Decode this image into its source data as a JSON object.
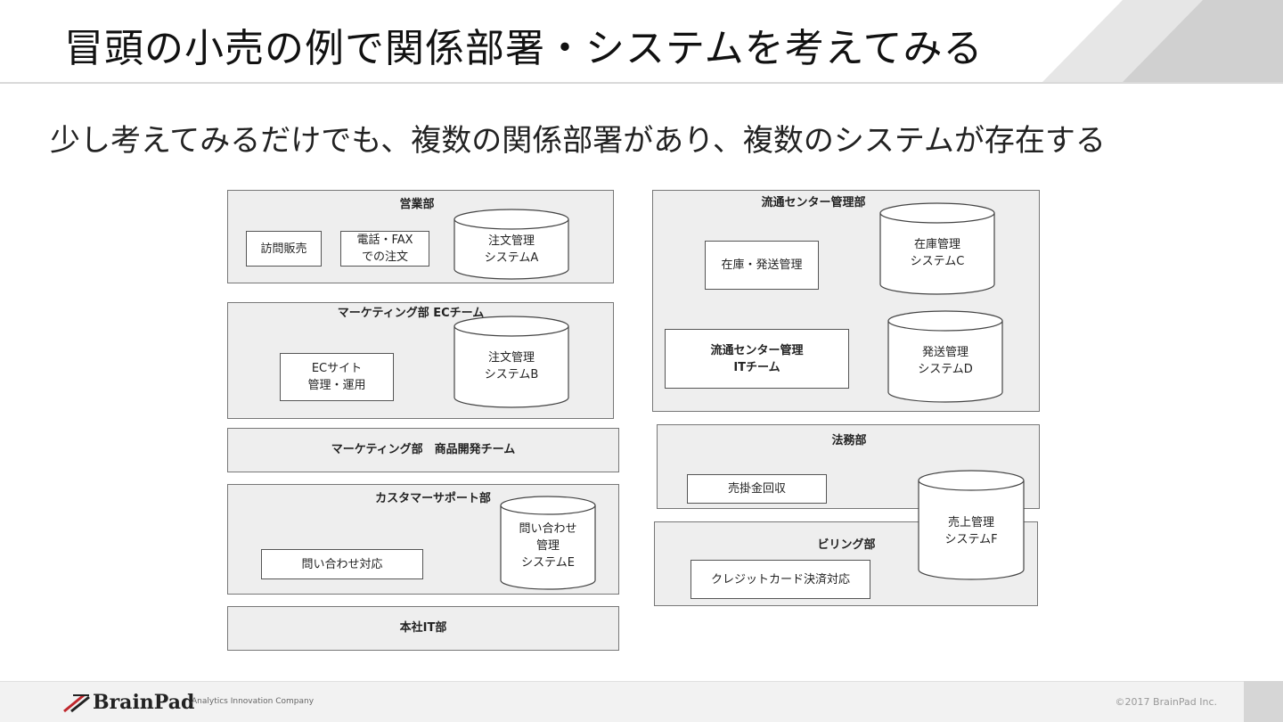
{
  "slide": {
    "title": "冒頭の小売の例で関係部署・システムを考えてみる",
    "subtitle": "少し考えてみるだけでも、複数の関係部署があり、複数のシステムが存在する"
  },
  "diagram": {
    "sales": {
      "name": "営業部",
      "visit_sales": "訪問販売",
      "phone_fax": "電話・FAX\nでの注文",
      "system_a": "注文管理\nシステムA"
    },
    "marketing_ec": {
      "name": "マーケティング部\nECチーム",
      "ec_site": "ECサイト\n管理・運用",
      "system_b": "注文管理\nシステムB"
    },
    "marketing_product": {
      "name": "マーケティング部　商品開発チーム"
    },
    "support": {
      "name": "カスタマーサポート部",
      "inquiry_handling": "問い合わせ対応",
      "system_e": "問い合わせ\n管理\nシステムE"
    },
    "it": {
      "name": "本社IT部"
    },
    "logistics": {
      "name": "流通センター管理部",
      "stock_shipping": "在庫・発送管理",
      "it_team": "流通センター管理\nITチーム",
      "system_c": "在庫管理\nシステムC",
      "system_d": "発送管理\nシステムD"
    },
    "legal": {
      "name": "法務部",
      "receivables": "売掛金回収"
    },
    "billing": {
      "name": "ビリング部",
      "credit_card": "クレジットカード決済対応",
      "system_f": "売上管理\nシステムF"
    }
  },
  "footer": {
    "brand": "BrainPad",
    "tagline": "Analytics Innovation Company",
    "copyright": "©2017 BrainPad Inc."
  },
  "colors": {
    "dept_fill": "#eeeeee",
    "border": "#777777",
    "accent_red": "#c0272d"
  }
}
